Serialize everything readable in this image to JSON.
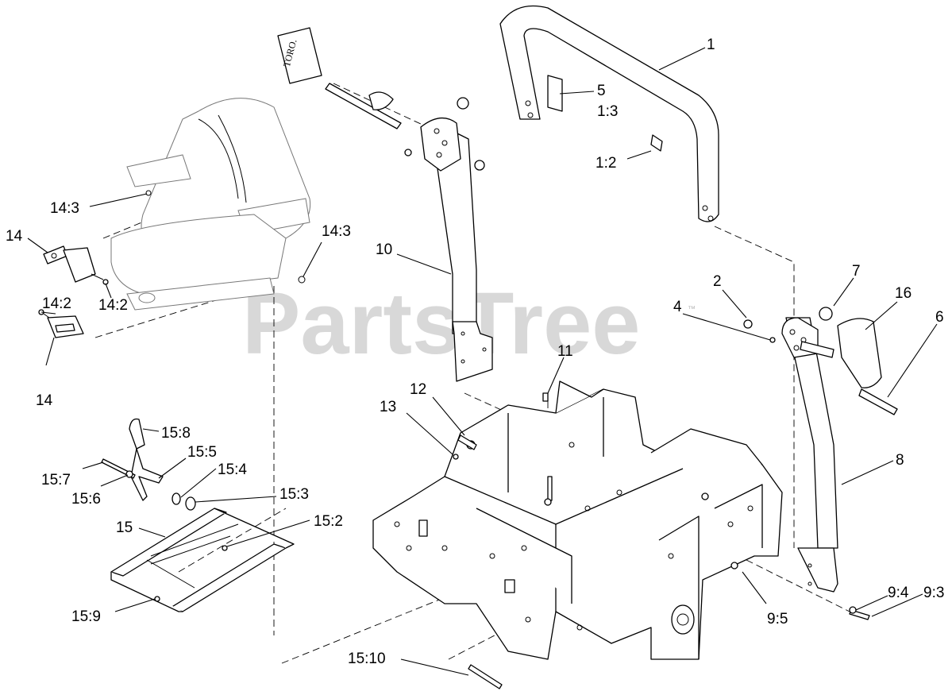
{
  "watermark": {
    "text": "PartsTree",
    "mark": "™"
  },
  "decal": {
    "text": "TORO."
  },
  "labels": {
    "p1": "1",
    "p5": "5",
    "p1_3": "1:3",
    "p1_2": "1:2",
    "p2": "2",
    "p7": "7",
    "p16": "16",
    "p4": "4",
    "p6": "6",
    "p8": "8",
    "p9_4": "9:4",
    "p9_3": "9:3",
    "p9_5": "9:5",
    "p10": "10",
    "p11": "11",
    "p12": "12",
    "p13": "13",
    "p14_3a": "14:3",
    "p14_3b": "14:3",
    "p14a": "14",
    "p14_2a": "14:2",
    "p14_2b": "14:2",
    "p14b": "14",
    "p15_8": "15:8",
    "p15_5": "15:5",
    "p15_7": "15:7",
    "p15_4": "15:4",
    "p15_6": "15:6",
    "p15_3": "15:3",
    "p15": "15",
    "p15_2": "15:2",
    "p15_9": "15:9",
    "p15_10": "15:10"
  }
}
